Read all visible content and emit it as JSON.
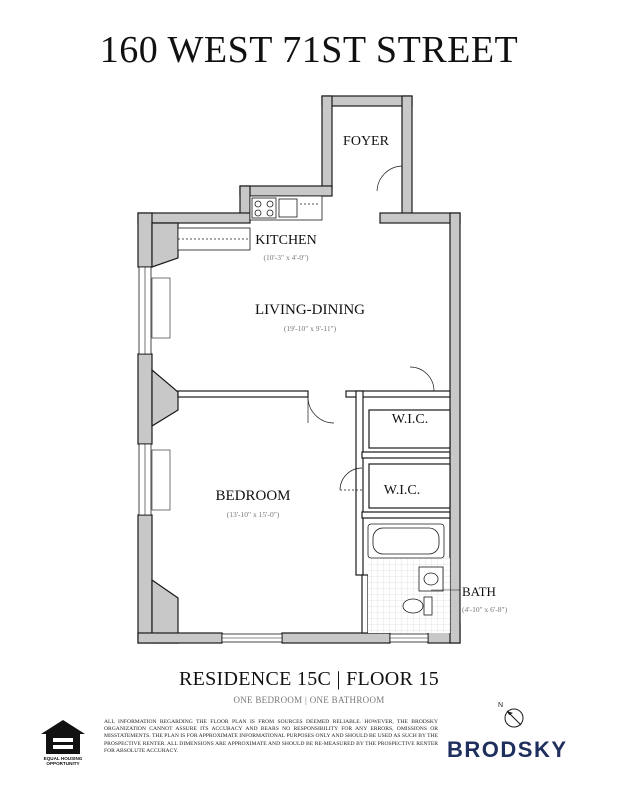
{
  "title": "160 WEST 71ST STREET",
  "rooms": {
    "foyer": {
      "name": "FOYER"
    },
    "kitchen": {
      "name": "KITCHEN",
      "dims": "(10'-3\" x 4'-0\")"
    },
    "living": {
      "name": "LIVING-DINING",
      "dims": "(19'-10\" x 9'-11\")"
    },
    "wic1": {
      "name": "W.I.C."
    },
    "wic2": {
      "name": "W.I.C."
    },
    "bedroom": {
      "name": "BEDROOM",
      "dims": "(13'-10\" x 15'-0\")"
    },
    "bath": {
      "name": "BATH",
      "dims": "(4'-10\" x 6'-8\")"
    }
  },
  "residence": "RESIDENCE 15C | FLOOR 15",
  "subline": "ONE BEDROOM | ONE BATHROOM",
  "disclaimer": "ALL INFORMATION REGARDING THE FLOOR PLAN IS FROM SOURCES DEEMED RELIABLE. HOWEVER, THE BRODSKY ORGANIZATION CANNOT ASSURE ITS ACCURACY AND BEARS NO RESPONSIBILITY FOR ANY ERRORS, OMISSIONS OR MISSTATEMENTS. THE PLAN IS FOR APPROXIMATE INFORMATIONAL PURPOSES ONLY AND SHOULD BE USED AS SUCH BY THE PROSPECTIVE RENTER. ALL DIMENSIONS ARE APPROXIMATE AND SHOULD BE RE-MEASURED BY THE PROSPECTIVE RENTER FOR ABSOLUTE ACCURACY.",
  "eho_label": "EQUAL HOUSING OPPORTUNITY",
  "compass_letter": "N",
  "brand": "BRODSKY",
  "colors": {
    "wall": "#c8c8c8",
    "wall_stroke": "#1a1a1a",
    "brand": "#1e2f5e"
  }
}
